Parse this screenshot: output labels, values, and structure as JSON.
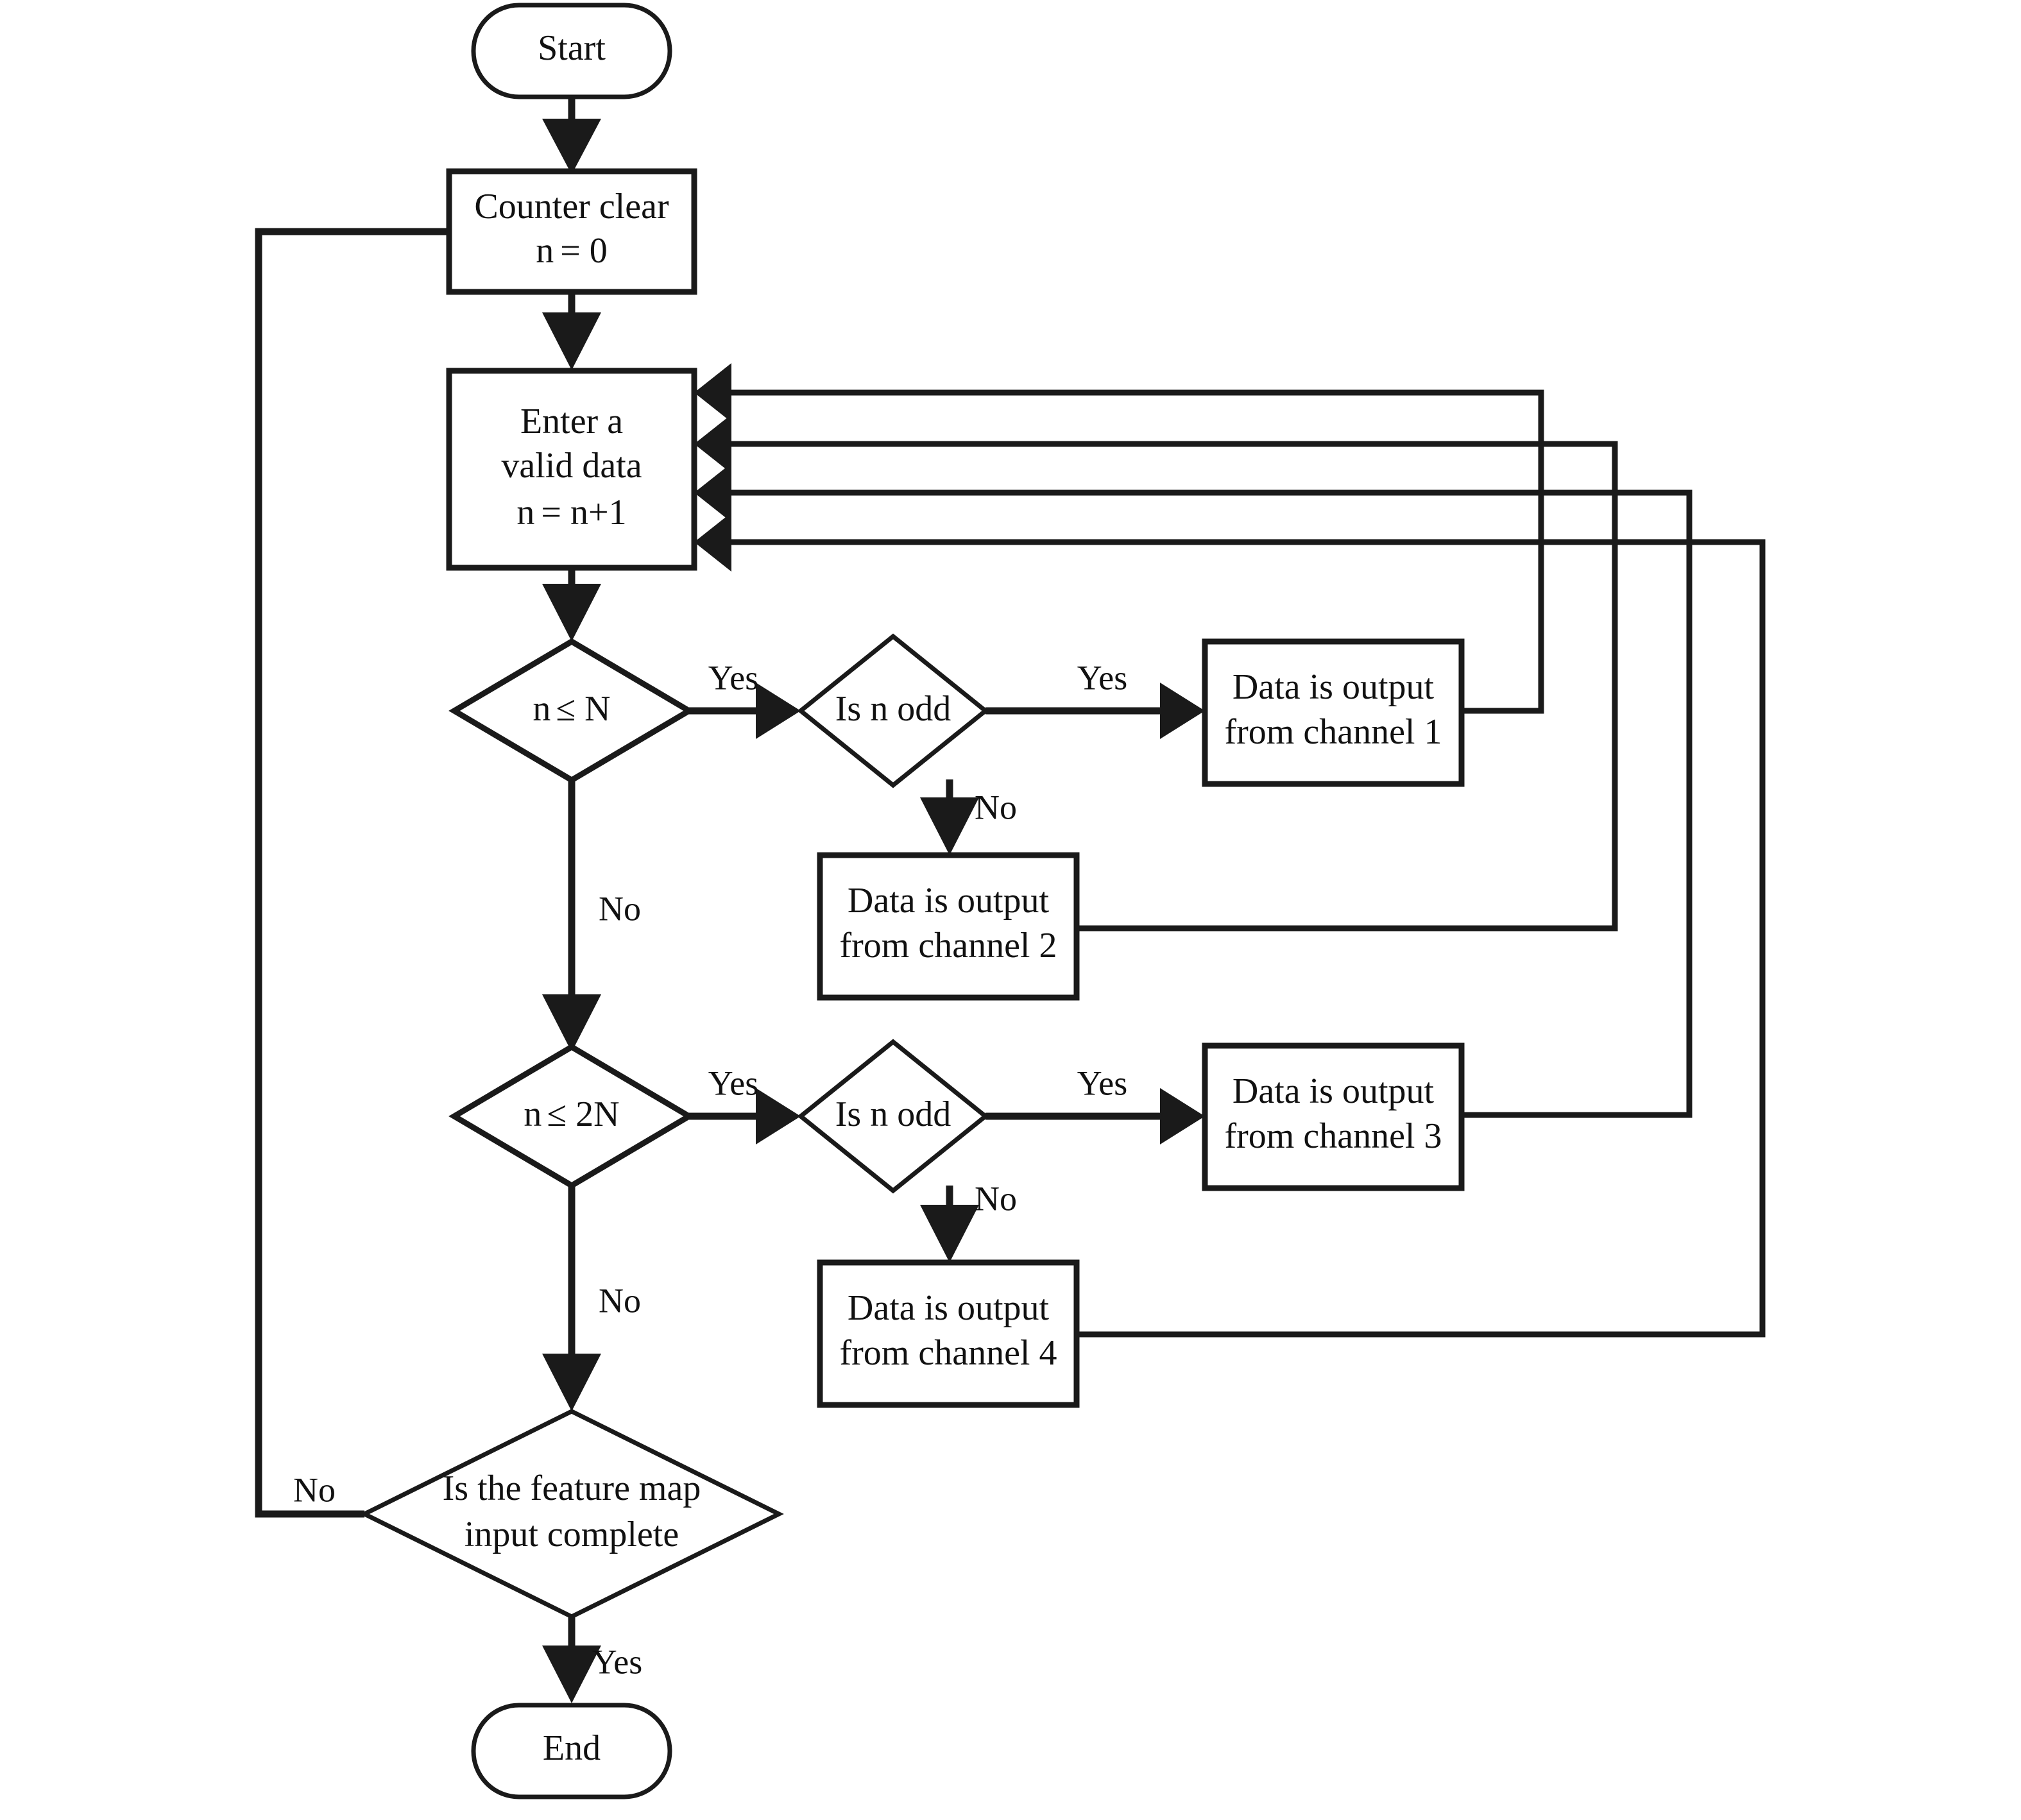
{
  "diagram": {
    "type": "flowchart",
    "title": "Four-channel data output flowchart",
    "orientation": "top-to-bottom",
    "background_color": "#ffffff",
    "line_color": "#1a1a1a",
    "text_color": "#111111"
  },
  "nodes": {
    "start": {
      "shape": "terminator",
      "label": "Start"
    },
    "counter_clear": {
      "shape": "process",
      "line1": "Counter clear",
      "line2_var": "n",
      "line2_rest": "= 0"
    },
    "enter_data": {
      "shape": "process",
      "line1": "Enter a",
      "line2": "valid data",
      "line3_var": "n",
      "line3_rest": "= n+1"
    },
    "decide_n_le_N": {
      "shape": "decision",
      "var": "n",
      "rest": "≤ N"
    },
    "decide_odd_1": {
      "shape": "decision",
      "prefix": "Is ",
      "var": "n",
      "suffix": " odd"
    },
    "channel1": {
      "shape": "process",
      "line1": "Data is output",
      "line2": "from channel 1"
    },
    "channel2": {
      "shape": "process",
      "line1": "Data is output",
      "line2": "from channel 2"
    },
    "decide_n_le_2N": {
      "shape": "decision",
      "var": "n",
      "rest": "≤ 2N"
    },
    "decide_odd_2": {
      "shape": "decision",
      "prefix": "Is ",
      "var": "n",
      "suffix": " odd"
    },
    "channel3": {
      "shape": "process",
      "line1": "Data is output",
      "line2": "from channel 3"
    },
    "channel4": {
      "shape": "process",
      "line1": "Data is output",
      "line2": "from channel 4"
    },
    "decide_complete": {
      "shape": "decision",
      "line1": "Is the feature map",
      "line2": "input complete"
    },
    "end": {
      "shape": "terminator",
      "label": "End"
    }
  },
  "edge_labels": {
    "n_le_N_yes": "Yes",
    "n_le_N_no": "No",
    "odd1_yes": "Yes",
    "odd1_no": "No",
    "n_le_2N_yes": "Yes",
    "n_le_2N_no": "No",
    "odd2_yes": "Yes",
    "odd2_no": "No",
    "complete_no": "No",
    "complete_yes": "Yes"
  },
  "edges": [
    {
      "from": "start",
      "to": "counter_clear",
      "label": ""
    },
    {
      "from": "counter_clear",
      "to": "enter_data",
      "label": ""
    },
    {
      "from": "enter_data",
      "to": "decide_n_le_N",
      "label": ""
    },
    {
      "from": "decide_n_le_N",
      "to": "decide_odd_1",
      "label": "Yes"
    },
    {
      "from": "decide_n_le_N",
      "to": "decide_n_le_2N",
      "label": "No"
    },
    {
      "from": "decide_odd_1",
      "to": "channel1",
      "label": "Yes"
    },
    {
      "from": "decide_odd_1",
      "to": "channel2",
      "label": "No"
    },
    {
      "from": "channel1",
      "to": "enter_data",
      "label": ""
    },
    {
      "from": "channel2",
      "to": "enter_data",
      "label": ""
    },
    {
      "from": "decide_n_le_2N",
      "to": "decide_odd_2",
      "label": "Yes"
    },
    {
      "from": "decide_n_le_2N",
      "to": "decide_complete",
      "label": "No"
    },
    {
      "from": "decide_odd_2",
      "to": "channel3",
      "label": "Yes"
    },
    {
      "from": "decide_odd_2",
      "to": "channel4",
      "label": "No"
    },
    {
      "from": "channel3",
      "to": "enter_data",
      "label": ""
    },
    {
      "from": "channel4",
      "to": "enter_data",
      "label": ""
    },
    {
      "from": "decide_complete",
      "to": "counter_clear",
      "label": "No"
    },
    {
      "from": "decide_complete",
      "to": "end",
      "label": "Yes"
    }
  ]
}
